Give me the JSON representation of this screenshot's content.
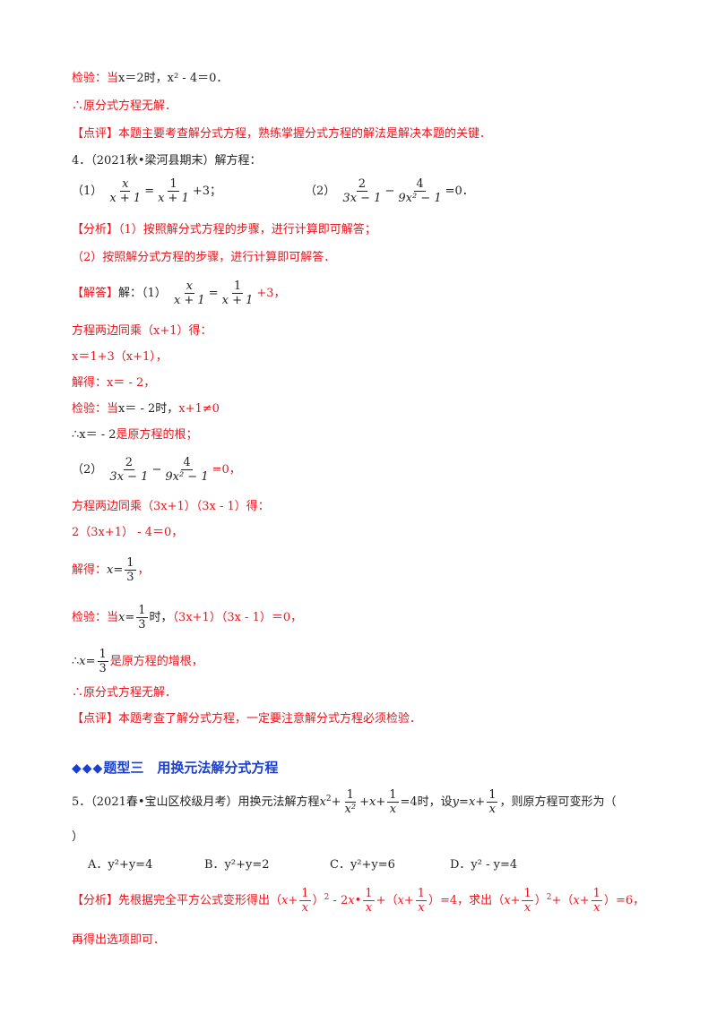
{
  "top": {
    "check_text": "检验：当",
    "check_x_eq": "x＝2时，",
    "check_expr": "x² - 4＝0．",
    "no_solution": "∴原分式方程无解．",
    "comment_tag": "【点评】",
    "comment_text": "本题主要考查解分式方程，熟练掌握分式方程的解法是解决本题的关键．"
  },
  "q4": {
    "header": "4．（2021秋•梁河县期末）解方程：",
    "p1_label": "（1）",
    "p1_tail": "+3；",
    "p2_label": "（2）",
    "p2_tail": "=0．",
    "analysis_tag": "【分析】",
    "analysis_1": "（1）按照解分式方程的步骤，进行计算即可解答；",
    "analysis_2": "（2）按照解分式方程的步骤，进行计算即可解答．",
    "solution_tag": "【解答】",
    "solution_intro": "解：（1）",
    "solution_1_tail": "+3，",
    "s1_l1": "方程两边同乘（x+1）得：",
    "s1_l2": "x＝1+3（x+1），",
    "s1_l3": "解得：x＝ - 2，",
    "s1_l4_prefix": "检验：当",
    "s1_l4_mid": "x＝ - 2时，",
    "s1_l4_tail": "x+1≠0",
    "s1_l5_prefix": "∴",
    "s1_l5_mid": "x＝ - 2",
    "s1_l5_tail": "是原方程的根；",
    "s2_label": "（2）",
    "s2_tail": "=0，",
    "s2_l1": "方程两边同乘（3x+1）（3x - 1）得：",
    "s2_l2": "2（3x+1） - 4＝0，",
    "s2_l3_prefix": "解得：",
    "s2_l3_mid": "x=",
    "s2_l4_prefix": "检验：当",
    "s2_l4_mid": "x=",
    "s2_l4_tail1": "时，",
    "s2_l4_tail2": "（3x+1）（3x - 1）＝0，",
    "s2_l5_prefix": "∴",
    "s2_l5_mid": "x=",
    "s2_l5_tail": "是原方程的增根，",
    "s2_l6": "∴原分式方程无解．",
    "comment_tag": "【点评】",
    "comment_text": "本题考查了解分式方程，一定要注意解分式方程必须检验．"
  },
  "section": {
    "diamonds": "◆◆◆",
    "title": "题型三　用换元法解分式方程"
  },
  "q5": {
    "header": "5．（2021春•宝山区校级月考）用换元法解方程",
    "eq_tail": "=4时，设",
    "sub_tail": "，则原方程可变形为（",
    "paren_close": "）",
    "options": [
      "A．y²+y=4",
      "B．y²+y=2",
      "C．y²+y=6",
      "D．y² - y=4"
    ],
    "analysis_tag": "【分析】",
    "analysis_text": "先根据完全平方公式变形得出",
    "analysis_mid": "=4，求出",
    "analysis_end": "=6，",
    "analysis_last": "再得出选项即可．"
  },
  "fractions": {
    "x_over_x1": {
      "num": "x",
      "den": "x + 1"
    },
    "one_over_x1": {
      "num": "1",
      "den": "x + 1"
    },
    "two_over_3x1": {
      "num": "2",
      "den": "3x − 1"
    },
    "four_over_9x2": {
      "num": "4",
      "den": "9x² − 1"
    },
    "one_third": {
      "num": "1",
      "den": "3"
    },
    "one_over_x2": {
      "num": "1",
      "den": "x²"
    },
    "one_over_x": {
      "num": "1",
      "den": "x"
    }
  }
}
